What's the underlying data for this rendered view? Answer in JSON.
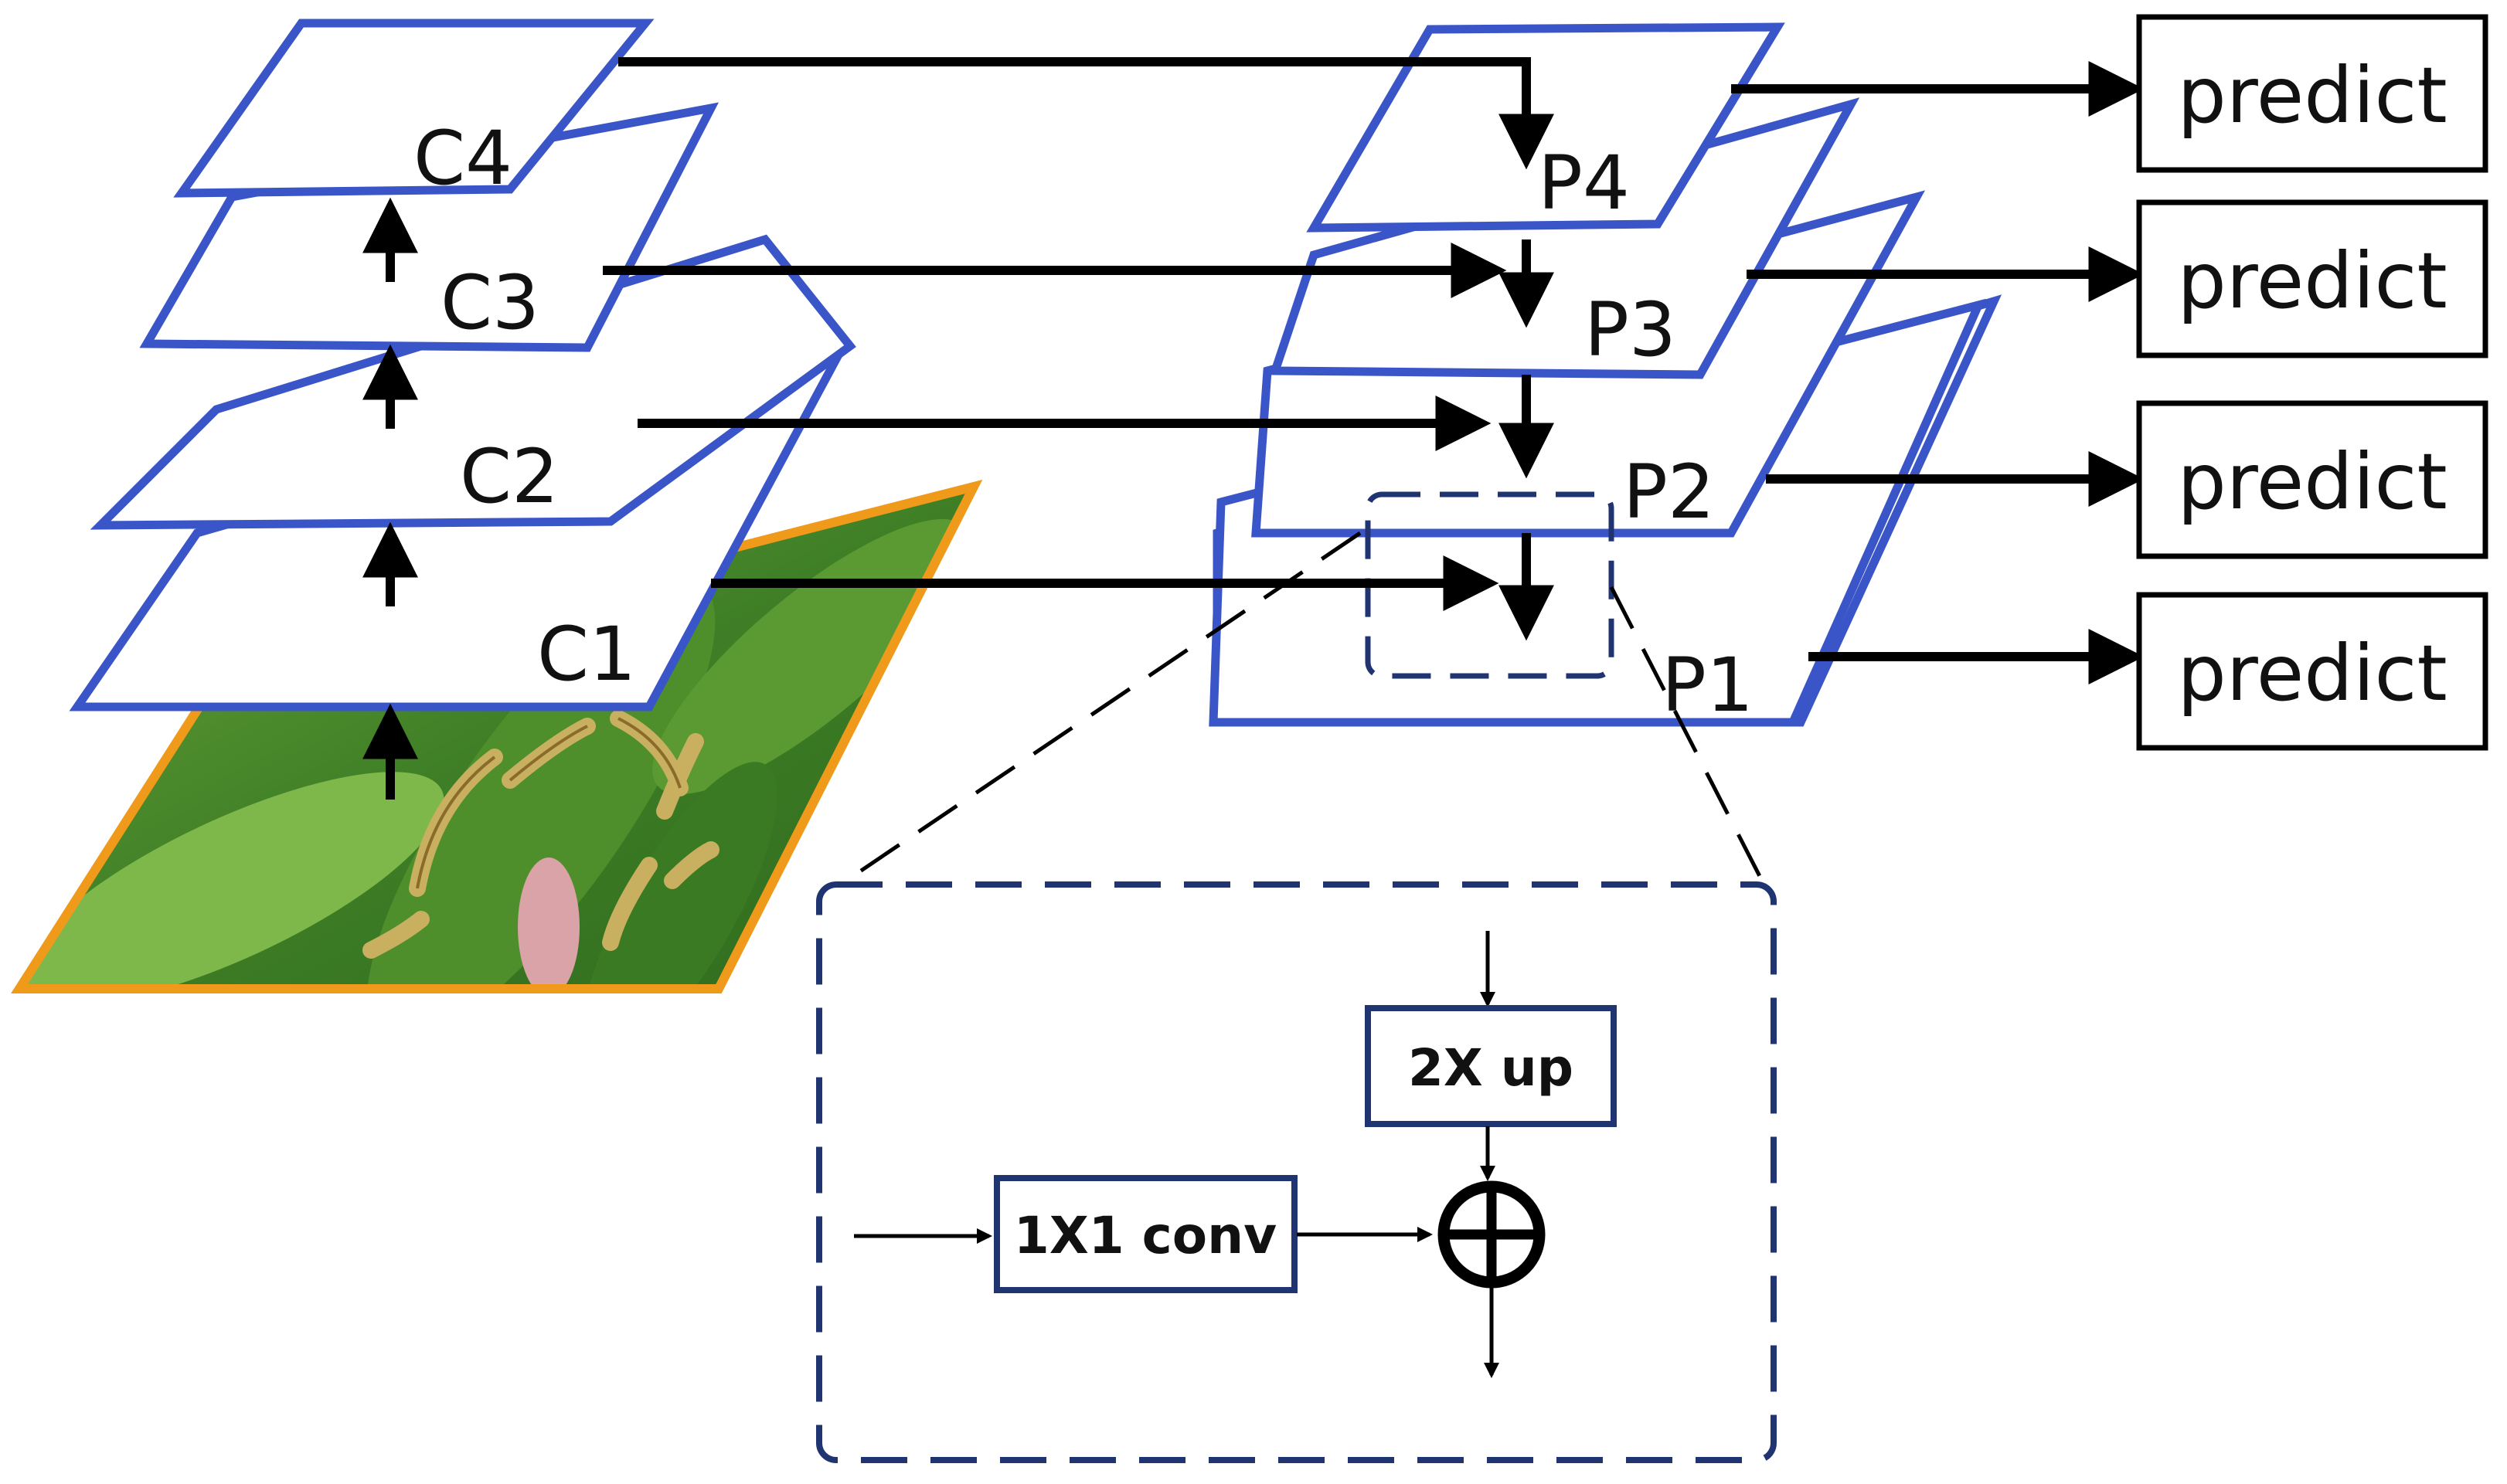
{
  "backbone": {
    "labels": [
      "C4",
      "C3",
      "C2",
      "C1"
    ]
  },
  "pyramid": {
    "labels": [
      "P4",
      "P3",
      "P2",
      "P1"
    ]
  },
  "outputs": {
    "labels": [
      "predict",
      "predict",
      "predict",
      "predict"
    ]
  },
  "detail": {
    "upsample_label": "2X up",
    "conv_label": "1X1 conv",
    "add_symbol": "⊕"
  },
  "input_image": {
    "subject": "caterpillars on green leaves"
  },
  "colors": {
    "plane_border": "#3a55c8",
    "image_border": "#f09a1c",
    "detail_border": "#1f3470",
    "arrow": "#000000"
  }
}
